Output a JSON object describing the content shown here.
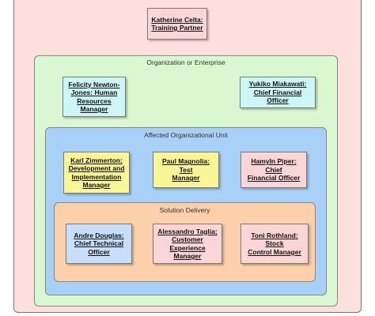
{
  "diagram": {
    "colors": {
      "outer_region": "#fde0de",
      "org_region": "#d9f7d0",
      "unit_region": "#a9d1f7",
      "delivery_region": "#fbd0aa",
      "pink_node": "#fcd6d6",
      "cyan_node": "#cdf6f6",
      "yellow_node": "#fbf695",
      "blue_node": "#c8dffb"
    },
    "top_node": {
      "label": "Katherine Celta:\nTraining Partner"
    },
    "organization": {
      "label": "Organization or Enterprise",
      "nodes": [
        {
          "label": "Felicity Newton-\nJones: Human\nResources Manager"
        },
        {
          "label": "Yukiko Miakawati:\nChief Financial Officer"
        }
      ]
    },
    "affected_unit": {
      "label": "Affected Organizational Unit",
      "nodes": [
        {
          "label": "Karl Zimmerton:\nDevelopment and\nImplementation\nManager"
        },
        {
          "label": "Paul Magnolia: Test\nManager"
        },
        {
          "label": "Hamyln Piper: Chief\nFinancial Officer"
        }
      ]
    },
    "solution_delivery": {
      "label": "Solution Delivery",
      "nodes": [
        {
          "label": "Andre Douglas:\nChief Technical\nOfficer"
        },
        {
          "label": "Alessandro Taglia:\nCustomer Experience\nManager"
        },
        {
          "label": "Toni Rothland: Stock\nControl Manager"
        }
      ]
    }
  }
}
